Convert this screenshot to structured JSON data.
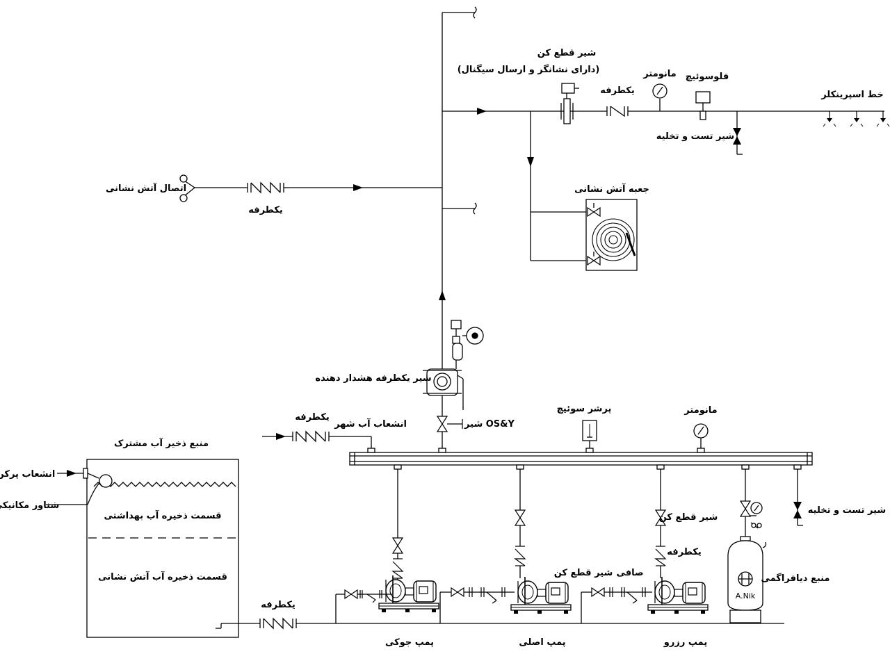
{
  "labels": {
    "fire_dept_connection": "اتصال آتش نشانی",
    "check_valve_fdc": "یکطرفه",
    "shutoff_valve_title": "شیر قطع کن",
    "shutoff_valve_sub": "(دارای نشانگر و ارسال سیگنال)",
    "check_valve_top": "یکطرفه",
    "manometer_top": "مانومتر",
    "flow_switch": "فلوسوئیچ",
    "sprinkler_line": "خط اسپرینکلر",
    "test_drain_top": "شیر تست و تخلیه",
    "fire_hose_cabinet": "جعبه آتش نشانی",
    "alarm_check_valve": "شیر یکطرفه هشدار دهنده",
    "check_valve_city": "یکطرفه",
    "city_water": "انشعاب آب شهر",
    "osy_valve": "شیر OS&Y",
    "pressure_switch": "پرشر سوئیچ",
    "manometer_header": "مانومتر",
    "test_drain_header": "شیر تست و تخلیه",
    "shared_tank": "منبع ذخیر آب مشترک",
    "float_inlet": "انشعاب پرکن",
    "mechanical_float": "شناور مکانیکی",
    "domestic_section": "قسمت ذخیره آب بهداشتی",
    "fire_section": "قسمت ذخیره آب آتش نشانی",
    "check_valve_suction": "یکطرفه",
    "shutoff_valve_pump": "شیر قطع کن",
    "check_valve_pump": "یکطرفه",
    "strainer": "صافی",
    "shutoff_valve_suction": "شیر قطع کن",
    "diaphragm_tank": "منبع دیافراگمی",
    "tank_brand": "A.Nik",
    "jockey_pump": "پمپ جوکی",
    "main_pump": "پمپ اصلی",
    "standby_pump": "پمپ رزرو"
  },
  "colors": {
    "line": "#000000",
    "background": "#ffffff"
  }
}
